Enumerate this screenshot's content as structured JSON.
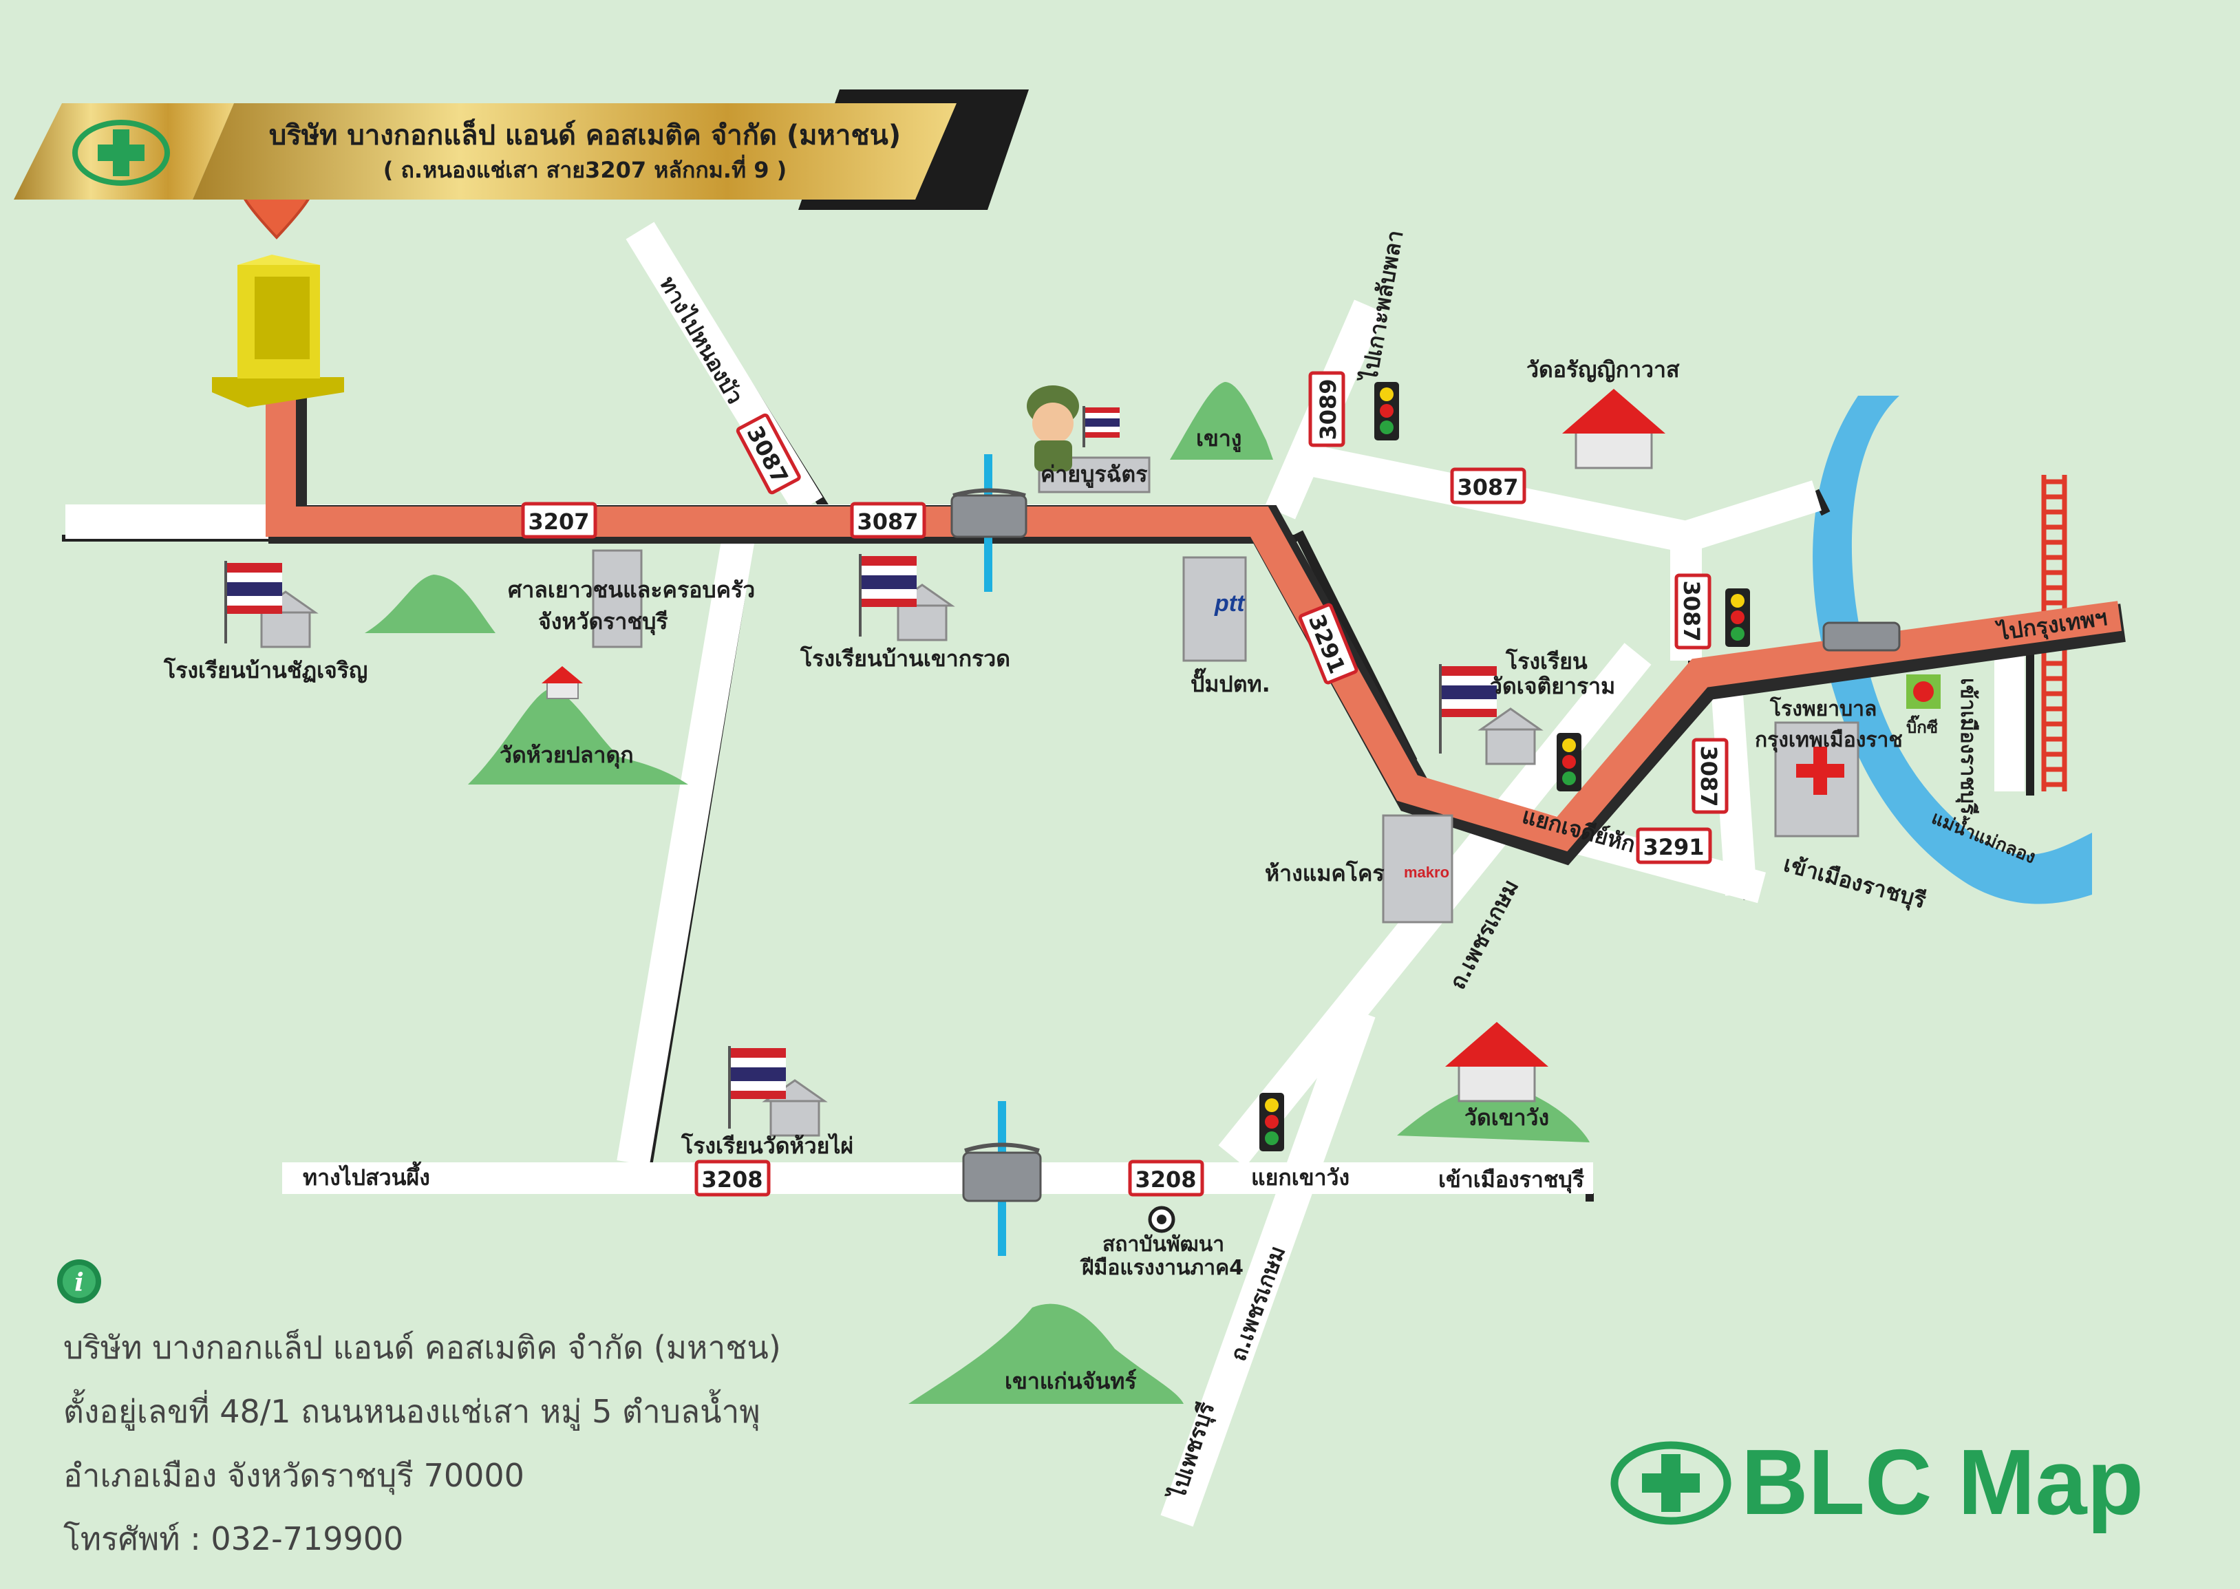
{
  "banner": {
    "company": "บริษัท บางกอกแล็ป แอนด์ คอสเมติค จำกัด (มหาชน)",
    "address_line": "( ถ.หนองแช่เสา สาย3207 หลักกม.ที่ 9 )"
  },
  "roads": {
    "route_3207": "3207",
    "route_3087_a": "3087",
    "route_3087_b": "3087",
    "route_3087_c": "3087",
    "route_3087_d": "3087",
    "route_3089": "3089",
    "route_3291_a": "3291",
    "route_3291_b": "3291",
    "route_3208_a": "3208",
    "route_3208_b": "3208",
    "to_nong_bua": "ทางไปหนองบัว",
    "to_ko_phlap_phla": "ไปเกาะพลับพลา",
    "to_bangkok": "ไปกรุงเทพฯ",
    "into_ratchaburi_1": "เข้าเมืองราชบุรี",
    "into_ratchaburi_2": "เข้าเมืองราชบุรี",
    "into_ratchaburi_3": "เข้าเมืองราชบุรี",
    "phetkasem_1": "ถ.เพชรเกษม",
    "phetkasem_2": "ถ.เพชรเกษม",
    "to_phetchaburi": "ไปเพชรบุรี",
    "to_suan_phueng": "ทางไปสวนผึ้ง"
  },
  "places": {
    "camp": "ค่ายบูรฉัตร",
    "khao_ngu": "เขางู",
    "wat_aranyikawat": "วัดอรัญญิกาวาส",
    "youth_court_1": "ศาลเยาวชนและครอบครัว",
    "youth_court_2": "จังหวัดราชบุรี",
    "school_ban_chat": "โรงเรียนบ้านชัฏเจริญ",
    "school_khao_kruat": "โรงเรียนบ้านเขากรวด",
    "wat_huai_pla_duk": "วัดห้วยปลาดุก",
    "ptt_station": "ปั๊มปตท.",
    "ptt_logo": "ptt",
    "school_chedi_1": "โรงเรียน",
    "school_chedi_2": "วัดเจติยาราม",
    "chedi_hak_junction": "แยกเจดีย์หัก",
    "makro_store": "ห้างแมคโคร",
    "makro_logo": "makro",
    "hospital_1": "โรงพยาบาล",
    "hospital_2": "กรุงเทพเมืองราช",
    "big_c": "บิ๊กซี",
    "mae_klong_river": "แม่น้ำแม่กลอง",
    "wat_khao_wang": "วัดเขาวัง",
    "khao_wang_junction": "แยกเขาวัง",
    "school_huai_phai": "โรงเรียนวัดห้วยไผ่",
    "institute_1": "สถาบันพัฒนา",
    "institute_2": "ฝีมือแรงงานภาค4",
    "khao_kaeng_chan": "เขาแก่นจันทร์"
  },
  "info": {
    "line1": "บริษัท บางกอกแล็ป แอนด์ คอสเมติค จำกัด (มหาชน)",
    "line2": "ตั้งอยู่เลขที่ 48/1 ถนนหนองแช่เสา หมู่ 5 ตำบลน้ำพุ",
    "line3": "อำเภอเมือง จังหวัดราชบุรี 70000",
    "line4": "โทรศัพท์ :  032-719900"
  },
  "brand": {
    "text": "BLC Map"
  },
  "icons": {
    "info": "info-icon",
    "pin": "map-pin-icon",
    "logo": "blc-cross-logo-icon"
  },
  "colors": {
    "background": "#d8ecd6",
    "route_highlight": "#e8765a",
    "road": "#ffffff",
    "brand_green": "#25a056",
    "gold": "#d8b545",
    "river": "#56b8e6",
    "railway": "#e03a2a"
  }
}
